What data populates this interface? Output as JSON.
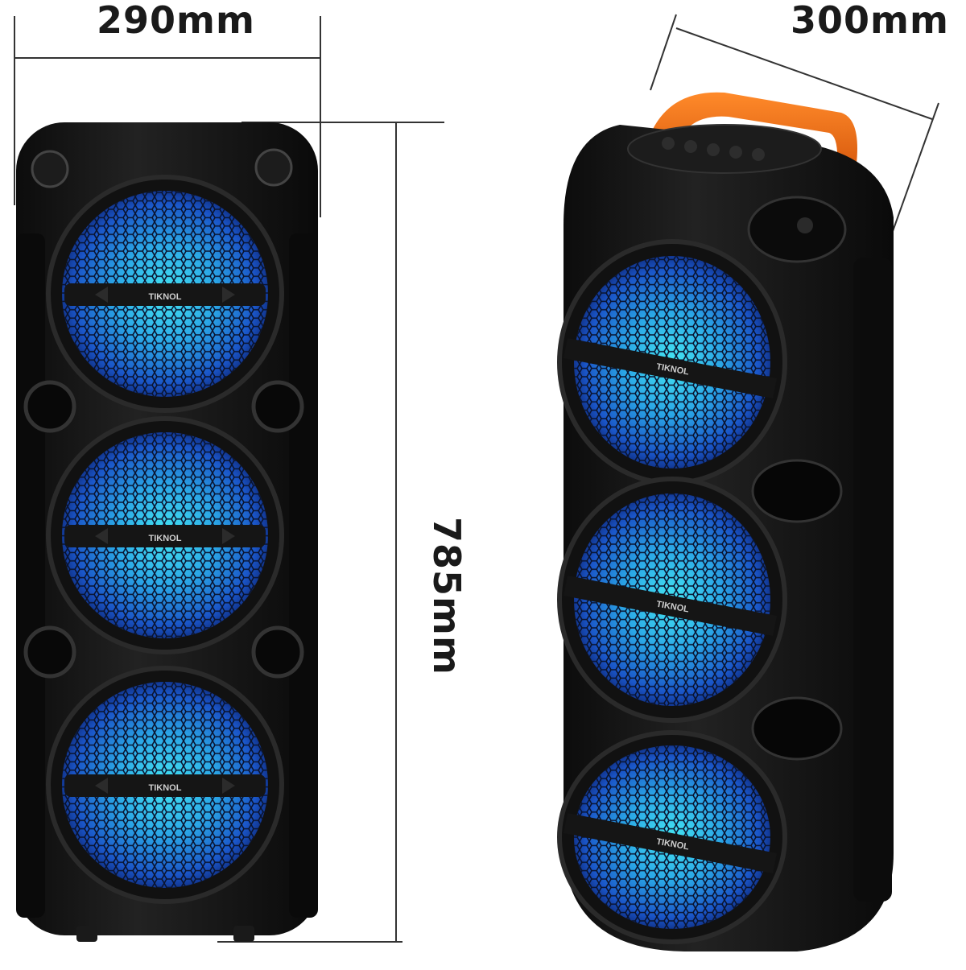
{
  "dimensions": {
    "width_label": "290mm",
    "depth_label": "300mm",
    "height_label": "785mm"
  },
  "product": {
    "brand_mark": "TIKNOL",
    "speaker_count_front": 3,
    "speaker_count_angle": 3
  },
  "colors": {
    "body": "#111111",
    "body_highlight": "#2a2a2a",
    "grille_center": "#3fe0f0",
    "grille_mid": "#1f7fd8",
    "grille_edge": "#0d2a7a",
    "handle": "#f06a10",
    "dimension_line": "#333333"
  }
}
